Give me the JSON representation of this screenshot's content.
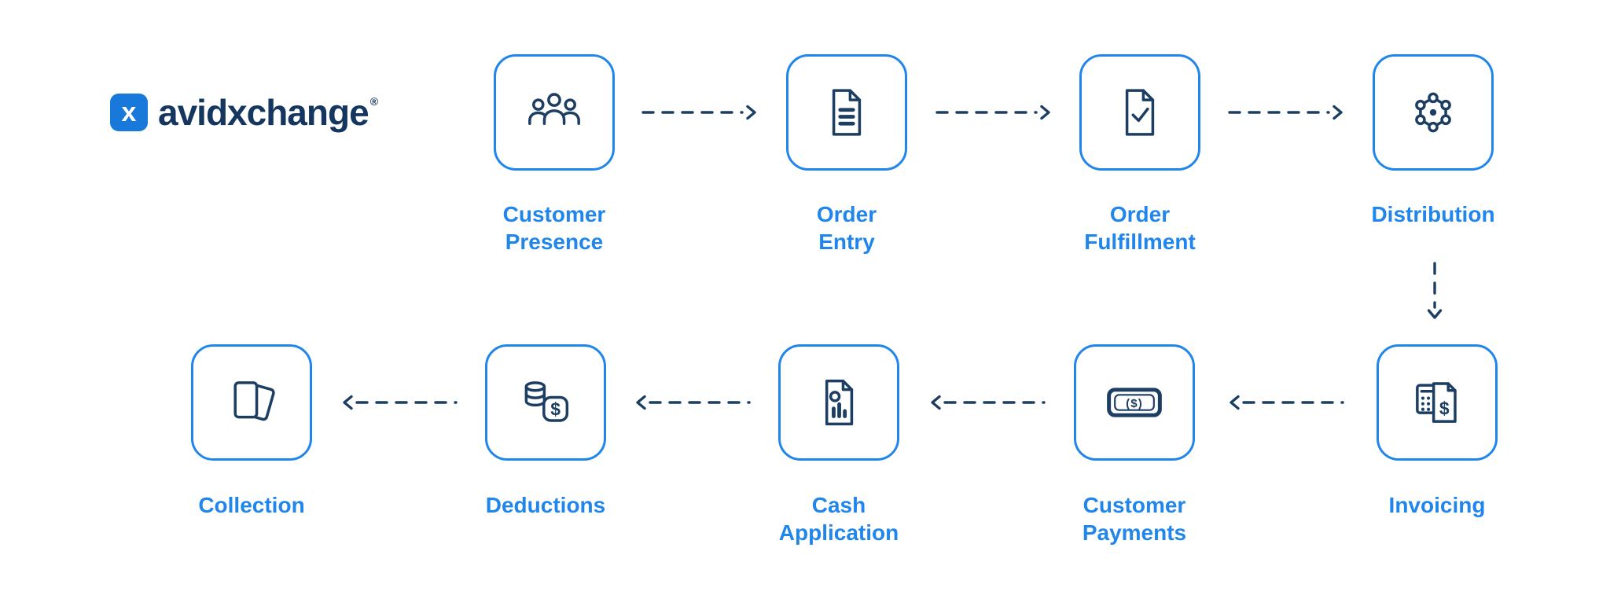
{
  "colors": {
    "accent": "#2186EB",
    "navy": "#1D3E63",
    "logo-navy": "#14365F",
    "badge-blue": "#1979DB",
    "background": "#FFFFFF"
  },
  "logo": {
    "monogram": "x",
    "brand": "avidxchange",
    "mark": "®"
  },
  "steps": {
    "customer_presence": {
      "line1": "Customer",
      "line2": "Presence",
      "icon": "people-icon"
    },
    "order_entry": {
      "line1": "Order",
      "line2": "Entry",
      "icon": "document-lines-icon"
    },
    "order_fulfillment": {
      "line1": "Order",
      "line2": "Fulfillment",
      "icon": "document-check-icon"
    },
    "distribution": {
      "line1": "Distribution",
      "icon": "network-nodes-icon"
    },
    "invoicing": {
      "line1": "Invoicing",
      "icon": "calculator-invoice-icon"
    },
    "customer_payments": {
      "line1": "Customer",
      "line2": "Payments",
      "icon": "banknote-icon"
    },
    "cash_application": {
      "line1": "Cash",
      "line2": "Application",
      "icon": "document-chart-icon"
    },
    "deductions": {
      "line1": "Deductions",
      "icon": "coins-stack-dollar-icon"
    },
    "collection": {
      "line1": "Collection",
      "icon": "cards-icon"
    }
  },
  "flow_sequence": [
    "Customer Presence",
    "Order Entry",
    "Order Fulfillment",
    "Distribution",
    "Invoicing",
    "Customer Payments",
    "Cash Application",
    "Deductions",
    "Collection"
  ]
}
